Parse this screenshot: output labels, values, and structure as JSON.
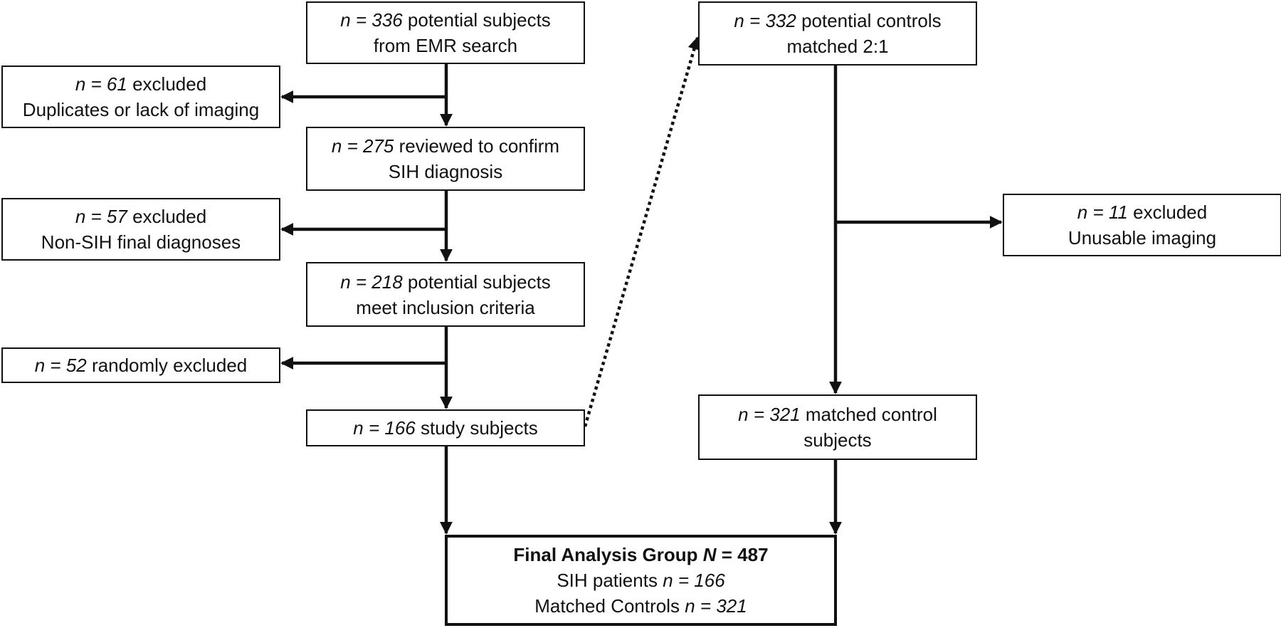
{
  "boxes": {
    "emr_search": {
      "n_label": "n = 336",
      "line1": "potential subjects",
      "line2": "from EMR search"
    },
    "excluded_duplicates": {
      "n_label": "n = 61",
      "line1": "excluded",
      "line2": "Duplicates or lack of imaging"
    },
    "reviewed": {
      "n_label": "n = 275",
      "line1": "reviewed to confirm",
      "line2": "SIH diagnosis"
    },
    "excluded_non_sih": {
      "n_label": "n = 57",
      "line1": "excluded",
      "line2": "Non-SIH final diagnoses"
    },
    "inclusion": {
      "n_label": "n = 218",
      "line1": "potential subjects",
      "line2": "meet inclusion criteria"
    },
    "randomly_excluded": {
      "n_label": "n = 52",
      "line1": "randomly excluded"
    },
    "study_subjects": {
      "n_label": "n = 166",
      "line1": "study subjects"
    },
    "potential_controls": {
      "n_label": "n = 332",
      "line1": "potential controls",
      "line2": "matched 2:1"
    },
    "excluded_unusable": {
      "n_label": "n = 11",
      "line1": "excluded",
      "line2": "Unusable imaging"
    },
    "matched_controls": {
      "n_label": "n = 321",
      "line1": "matched control",
      "line2": "subjects"
    },
    "final_group": {
      "title": "Final Analysis Group",
      "total_symbol": "N",
      "total_value": "= 487",
      "sih_label": "SIH patients",
      "sih_n": "n = 166",
      "controls_label": "Matched Controls",
      "controls_n": "n = 321"
    }
  }
}
